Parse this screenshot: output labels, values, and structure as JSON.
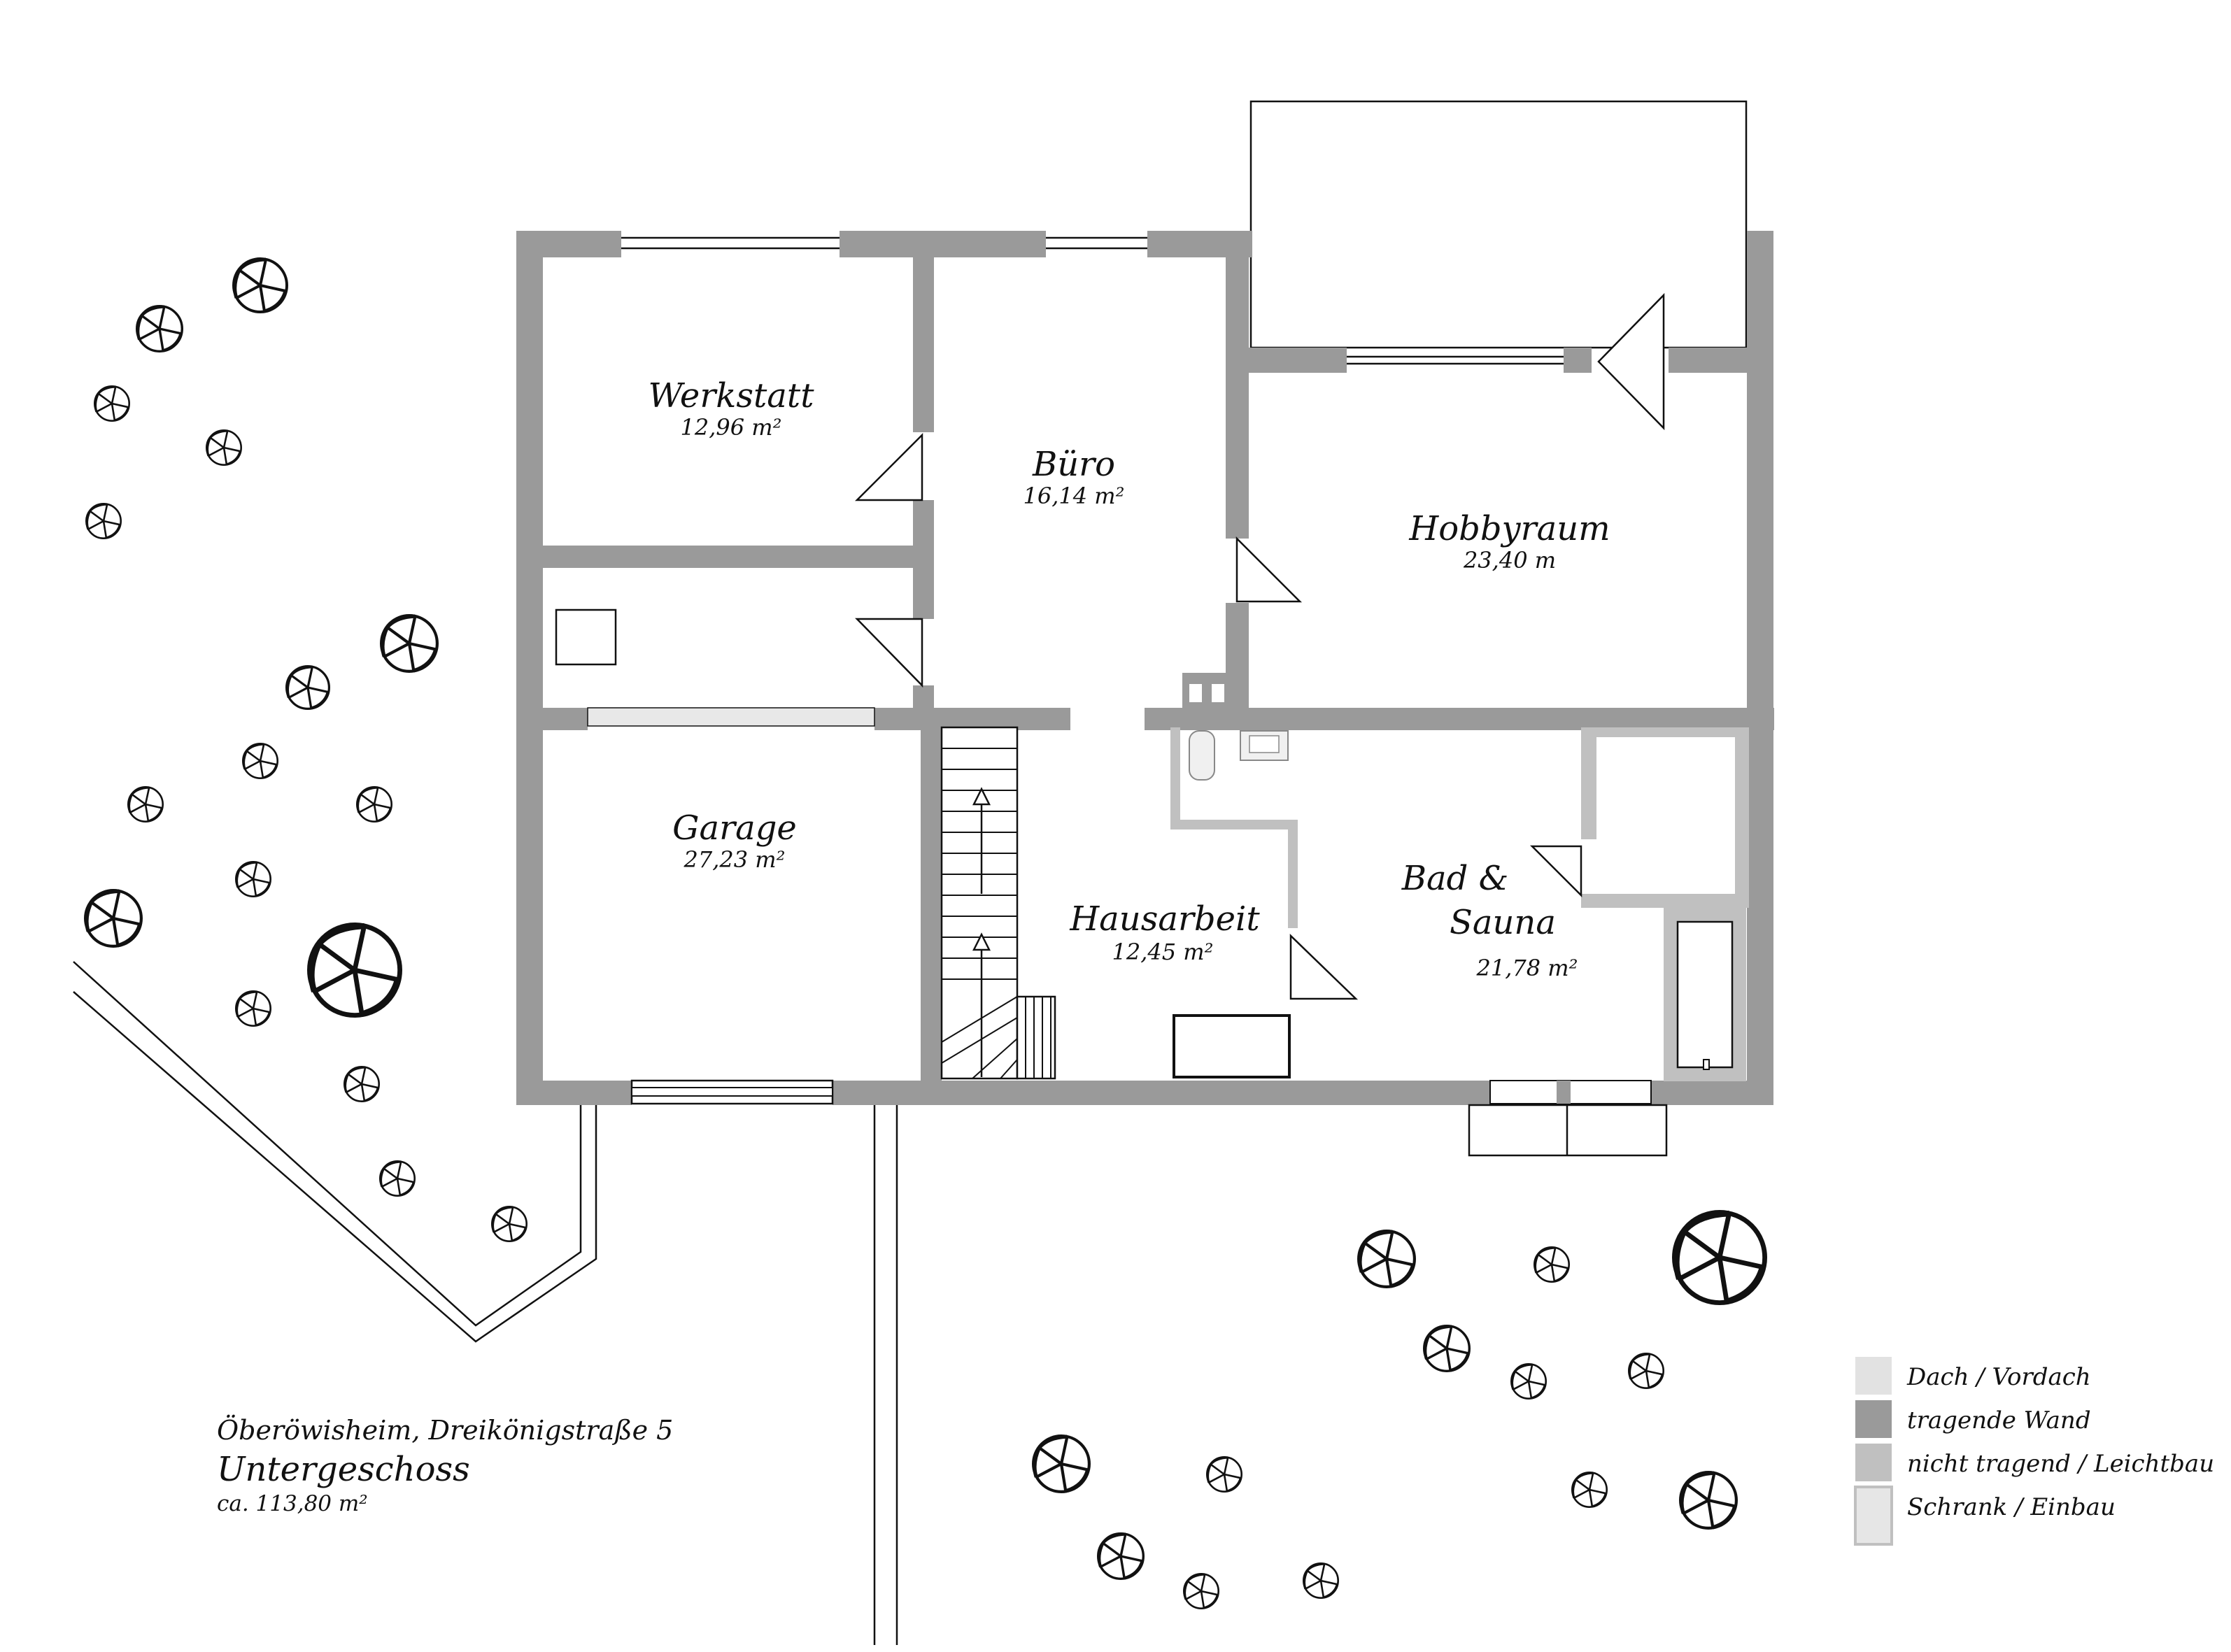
{
  "plan": {
    "rooms": [
      {
        "id": "werkstatt",
        "name": "Werkstatt",
        "area": "12,96 m²"
      },
      {
        "id": "buero",
        "name": "Büro",
        "area": "16,14 m²"
      },
      {
        "id": "hobbyraum",
        "name": "Hobbyraum",
        "area": "23,40 m"
      },
      {
        "id": "garage",
        "name": "Garage",
        "area": "27,23 m²"
      },
      {
        "id": "hausarbeit",
        "name": "Hausarbeit",
        "area": "12,45 m²"
      },
      {
        "id": "bad-sauna",
        "name_line1": "Bad &",
        "name_line2": "Sauna",
        "area": "21,78 m²"
      }
    ]
  },
  "caption": {
    "address": "Öberöwisheim, Dreikönigstraße 5",
    "floor": "Untergeschoss",
    "total_area": "ca. 113,80 m²"
  },
  "legend": {
    "items": [
      {
        "label": "Dach / Vordach",
        "color": "#e2e2e2"
      },
      {
        "label": "tragende Wand",
        "color": "#9a9a9a"
      },
      {
        "label": "nicht tragend / Leichtbau",
        "color": "#c0c0c0"
      },
      {
        "label": "Schrank / Einbau",
        "color": "#e6e6e6"
      }
    ]
  },
  "colors": {
    "bearing_wall": "#9a9a9a",
    "light_wall": "#c0c0c0",
    "line": "#111111",
    "background": "#ffffff"
  },
  "icons": {
    "tree": "tree-icon",
    "door": "door-icon",
    "stair_arrow": "stair-arrow-icon"
  }
}
